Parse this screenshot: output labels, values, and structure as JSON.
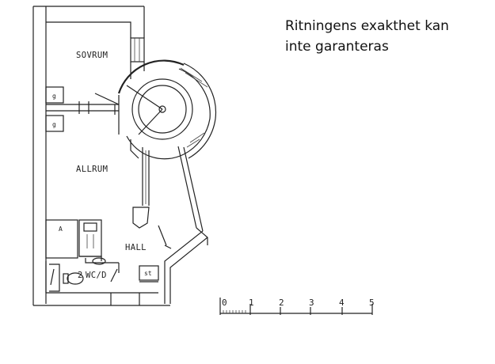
{
  "disclaimer": {
    "line1": "Ritningens exakthet kan",
    "line2": "inte garanteras"
  },
  "rooms": {
    "bedroom": "SOVRUM",
    "living": "ALLRUM",
    "hall": "HALL",
    "bathroom": "WC/D"
  },
  "labels": {
    "g_top": "g",
    "g_bottom": "g",
    "a_mark": "A",
    "st_mark": "st",
    "wc_num": "2"
  },
  "scale": {
    "ticks": [
      "0",
      "1",
      "2",
      "3",
      "4",
      "5"
    ]
  }
}
